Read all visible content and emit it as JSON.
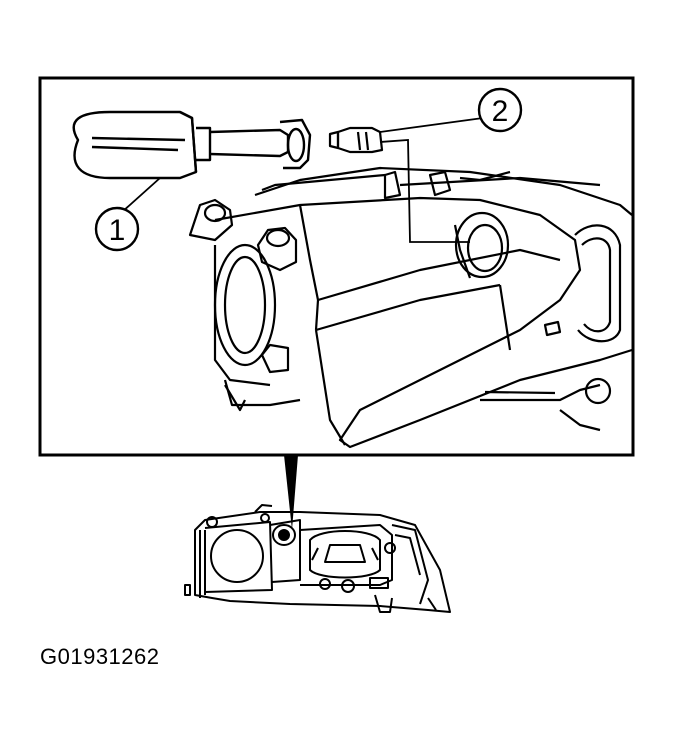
{
  "callouts": [
    {
      "number": "1",
      "part": "bulb-socket"
    },
    {
      "number": "2",
      "part": "bulb"
    }
  ],
  "figure_id": "G01931262"
}
